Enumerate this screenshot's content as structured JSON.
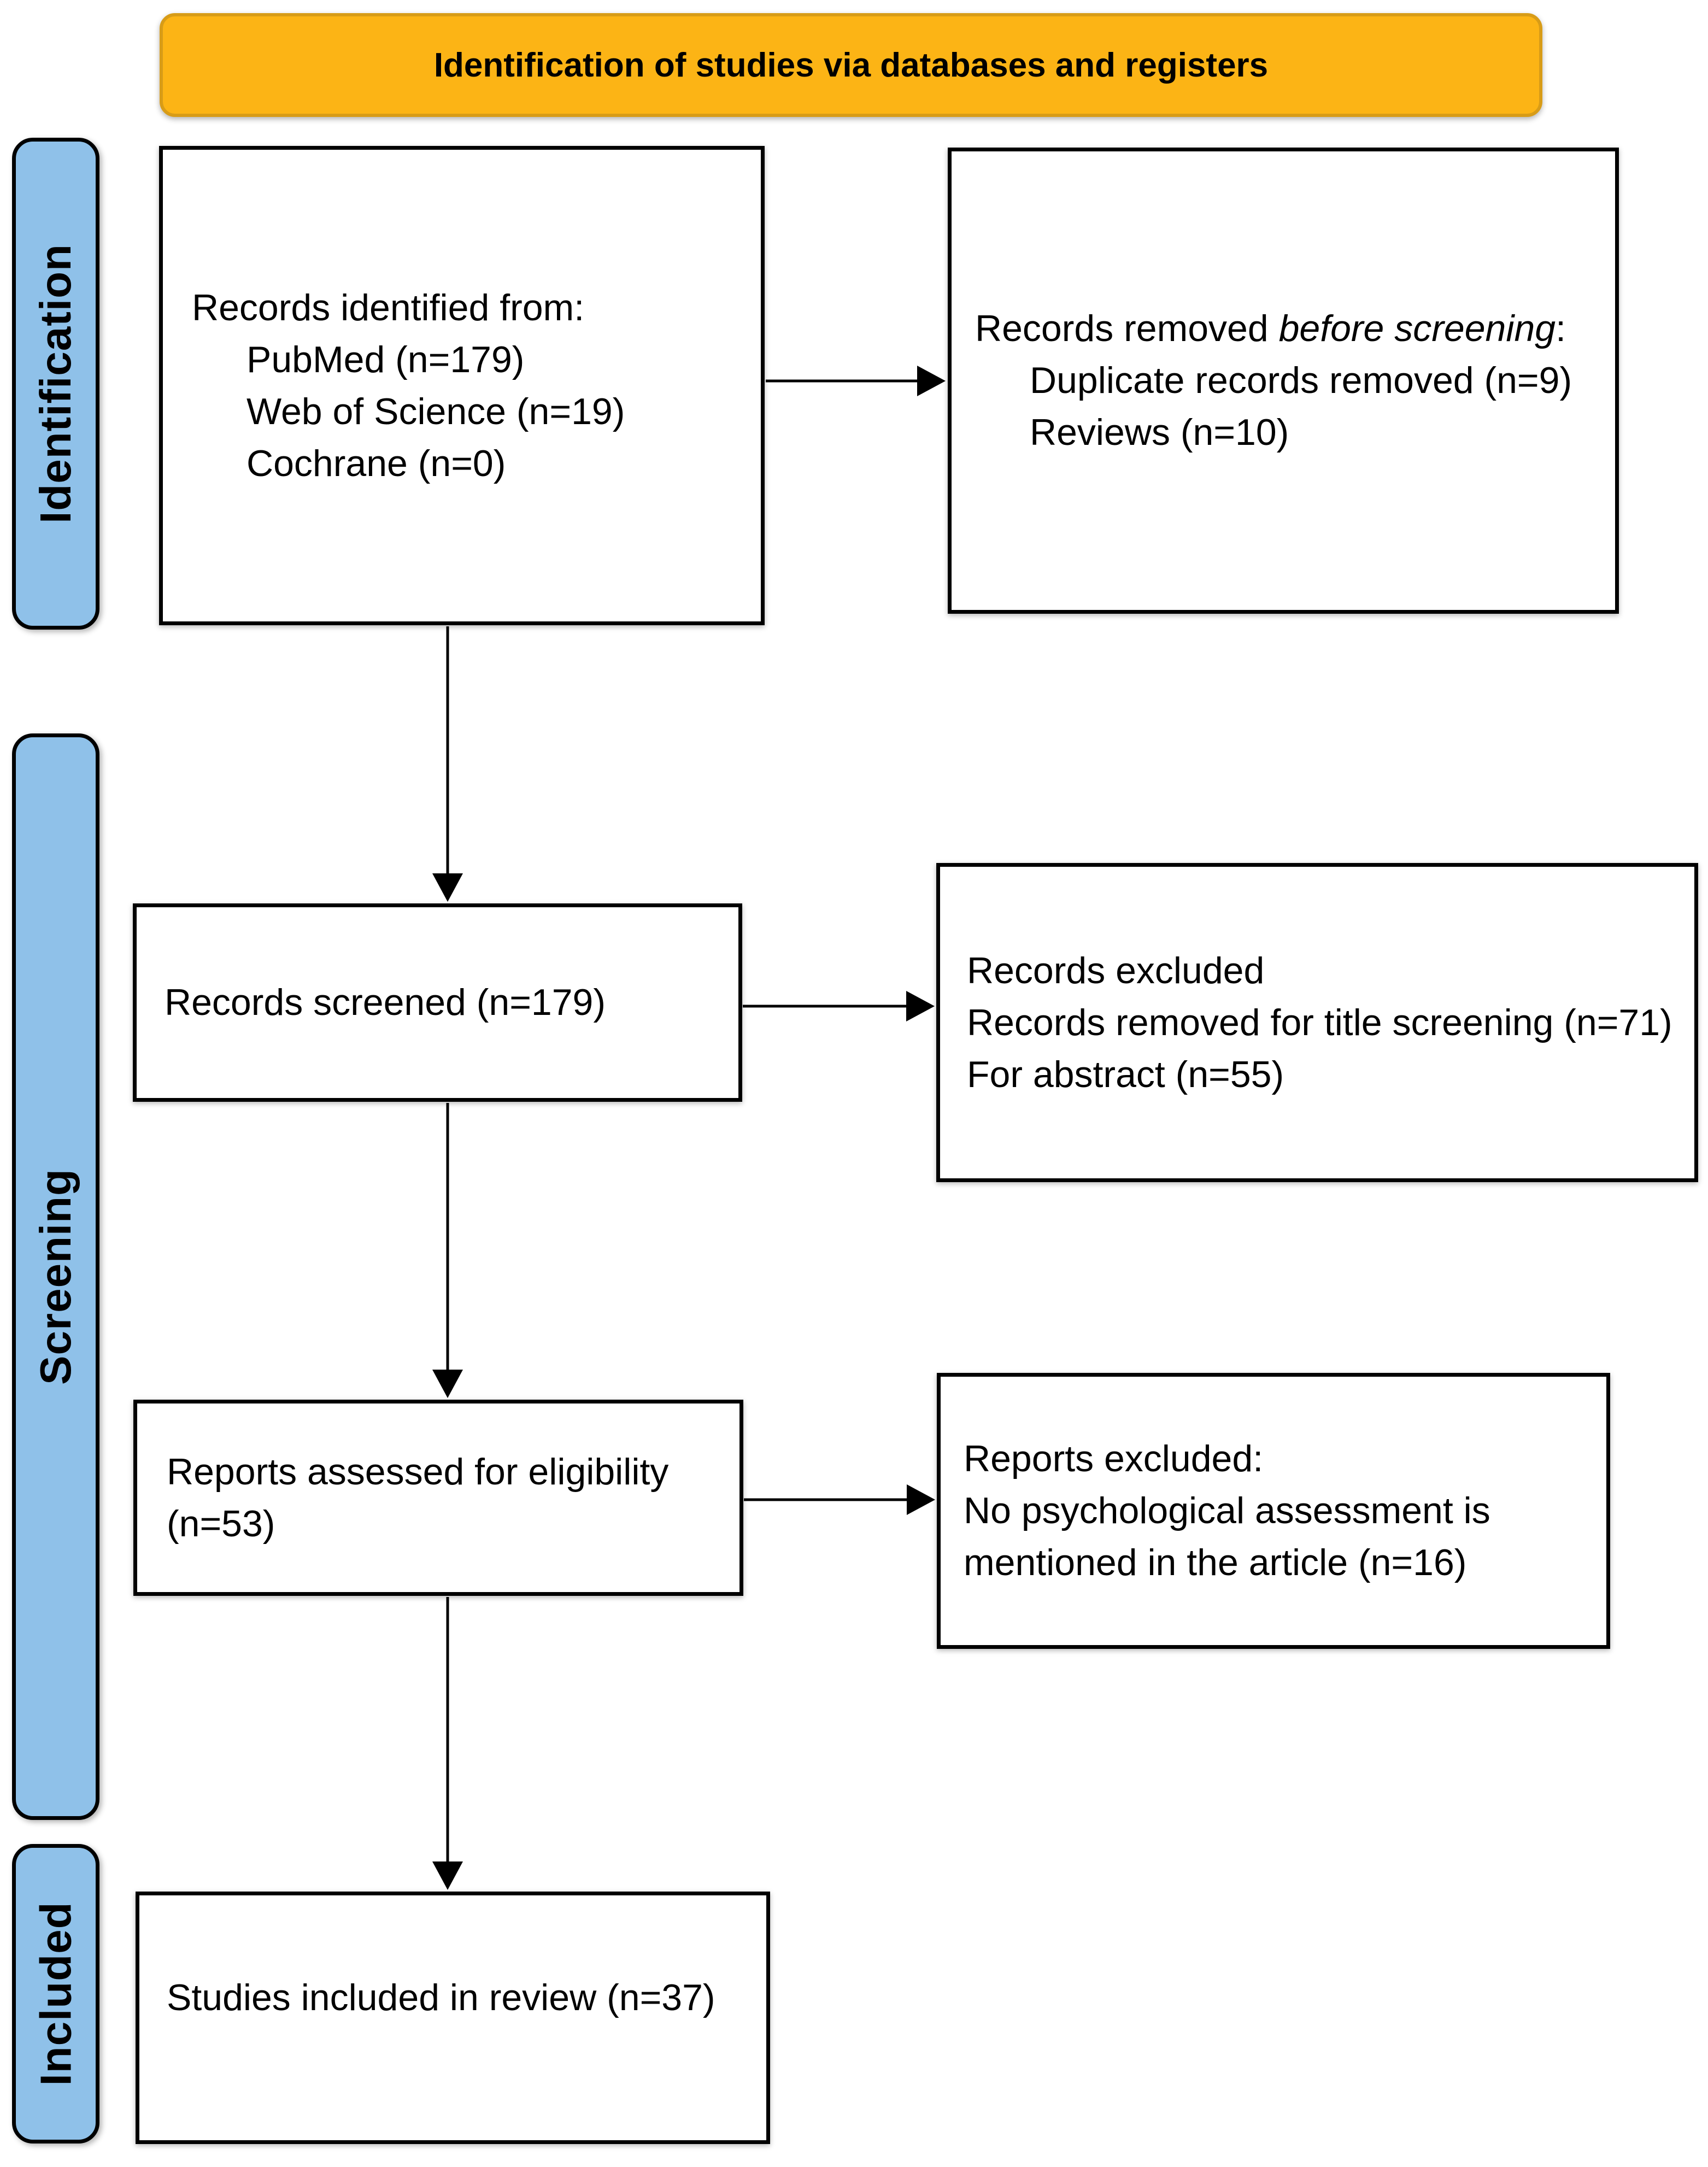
{
  "title_banner": {
    "label": "Identification of studies via databases and registers"
  },
  "sidebar": {
    "identification": "Identification",
    "screening": "Screening",
    "included": "Included"
  },
  "boxes": {
    "records_identified": {
      "heading": "Records identified from:",
      "items": [
        "PubMed (n=179)",
        "Web of Science (n=19)",
        "Cochrane (n=0)"
      ]
    },
    "records_removed": {
      "heading_prefix": "Records removed ",
      "heading_emphasis": "before screening",
      "heading_suffix": ":",
      "items": [
        "Duplicate records removed (n=9)",
        "Reviews (n=10)"
      ]
    },
    "records_screened": {
      "label": "Records screened (n=179)"
    },
    "records_excluded": {
      "lines": [
        "Records excluded",
        "Records removed for title screening (n=71)",
        "For abstract (n=55)"
      ]
    },
    "reports_assessed": {
      "lines": [
        "Reports assessed for eligibility",
        "(n=53)"
      ]
    },
    "reports_excluded": {
      "lines": [
        "Reports excluded:",
        "No psychological assessment is",
        "mentioned in the article (n=16)"
      ]
    },
    "studies_included": {
      "label": "Studies included in review (n=37)"
    }
  },
  "colors": {
    "banner_fill": "#FCB415",
    "banner_border": "#D89C17",
    "sidebar_fill": "#8FC1E9",
    "box_border": "#000000"
  }
}
